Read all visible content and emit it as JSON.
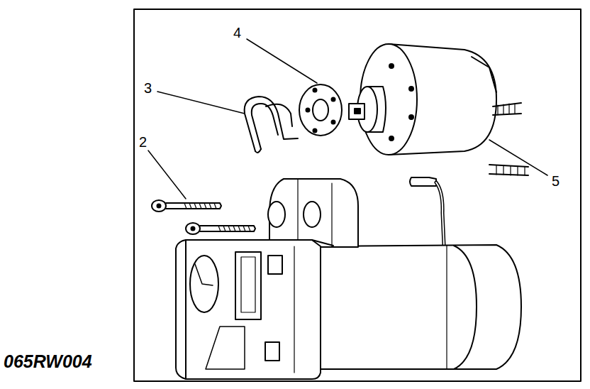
{
  "diagram": {
    "labels": [
      "4",
      "3",
      "2",
      "5",
      "065RW004"
    ]
  }
}
